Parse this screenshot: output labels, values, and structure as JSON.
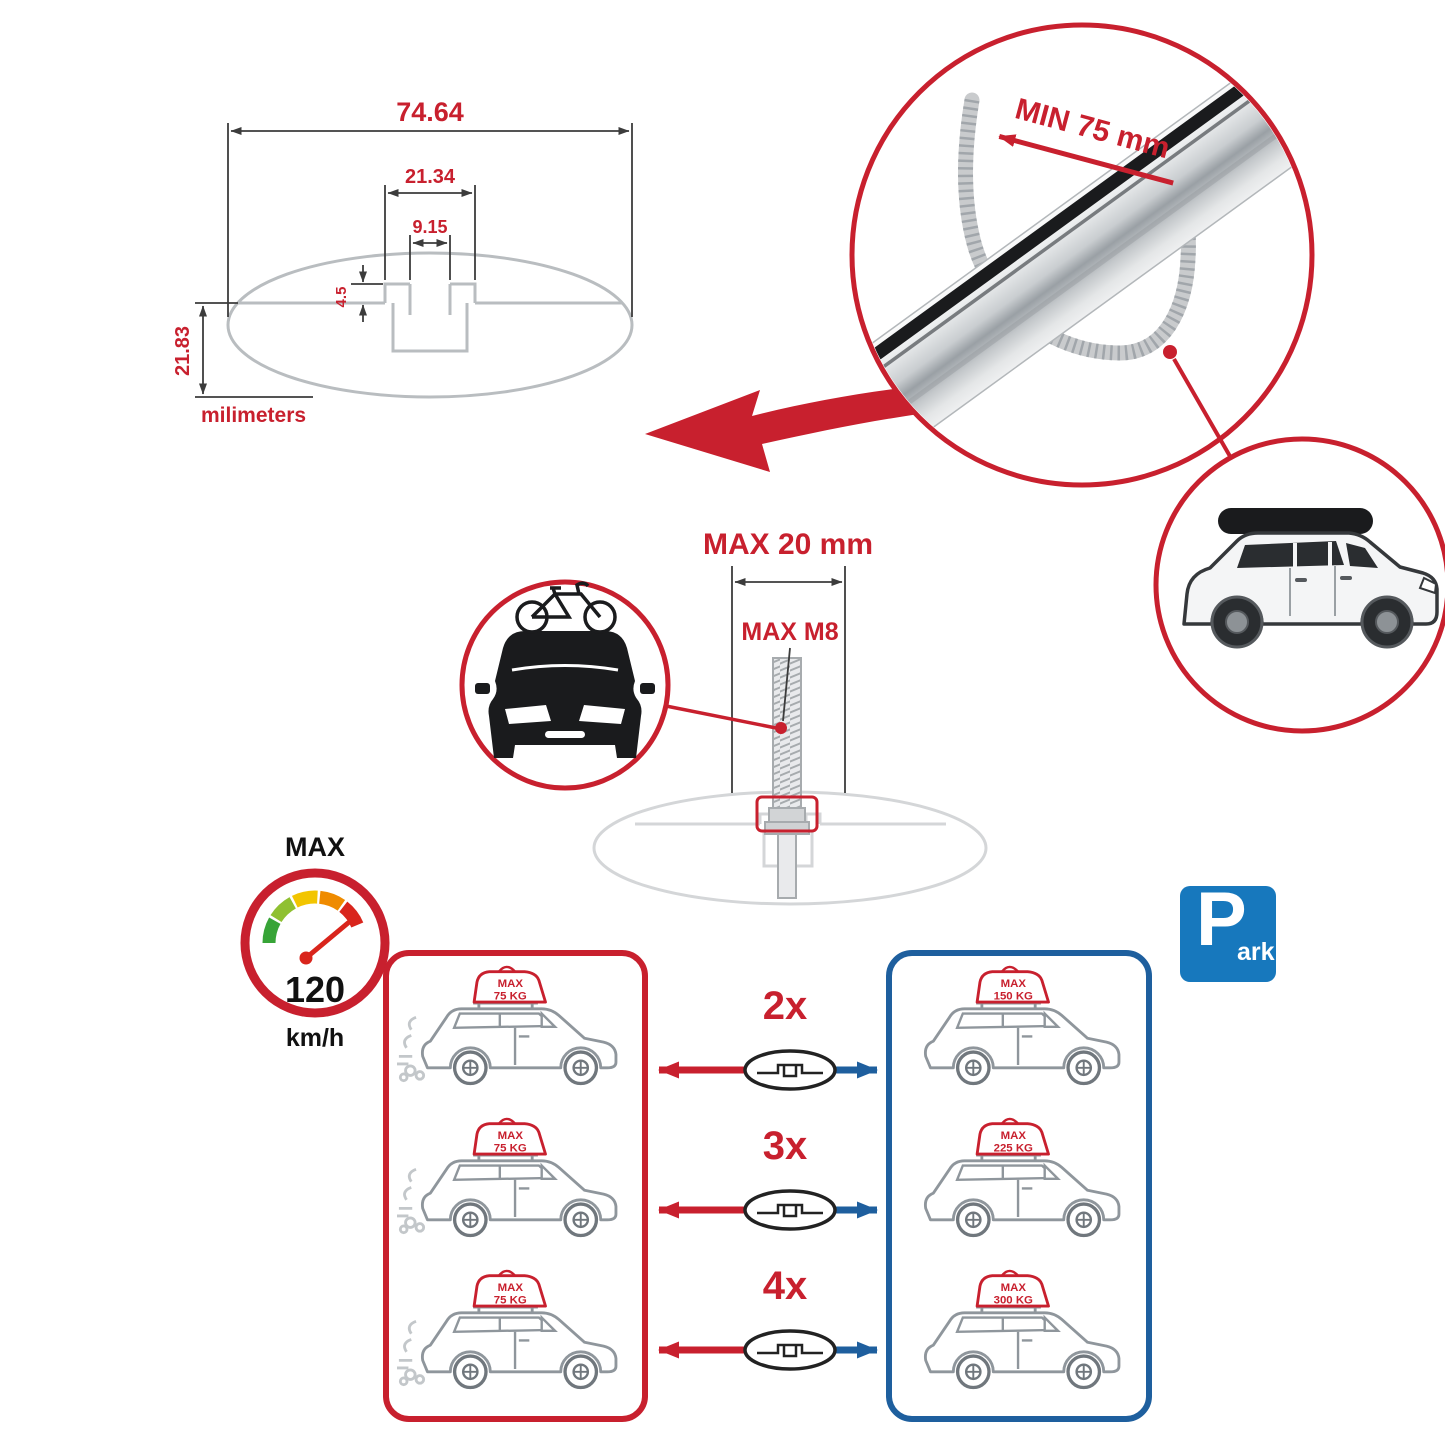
{
  "colors": {
    "red": "#c8202e",
    "blue": "#1e5f9e",
    "park_blue": "#1778bd",
    "aluminum": "#c6c9cc",
    "outline_gray": "#b9bdc0"
  },
  "dimension_diagram": {
    "total_width": "74.64",
    "plateau_width": "21.34",
    "slot_width": "9.15",
    "step_height": "4.5",
    "profile_height": "21.83",
    "units_label": "milimeters"
  },
  "crossbar_detail": {
    "clamp_label": "MIN 75 mm"
  },
  "bolt_detail": {
    "width_label": "MAX 20 mm",
    "thread_label": "MAX M8"
  },
  "speedometer": {
    "title": "MAX",
    "value": "120",
    "unit": "km/h"
  },
  "capacity": {
    "left_cars": [
      {
        "max_label": "MAX",
        "load": "75 KG"
      },
      {
        "max_label": "MAX",
        "load": "75 KG"
      },
      {
        "max_label": "MAX",
        "load": "75 KG"
      }
    ],
    "rows": [
      {
        "count": "2x"
      },
      {
        "count": "3x"
      },
      {
        "count": "4x"
      }
    ],
    "right_cars": [
      {
        "max_label": "MAX",
        "load": "150 KG"
      },
      {
        "max_label": "MAX",
        "load": "225 KG"
      },
      {
        "max_label": "MAX",
        "load": "300 KG"
      }
    ]
  },
  "park_sign": {
    "letter": "P",
    "suffix": "ark"
  }
}
